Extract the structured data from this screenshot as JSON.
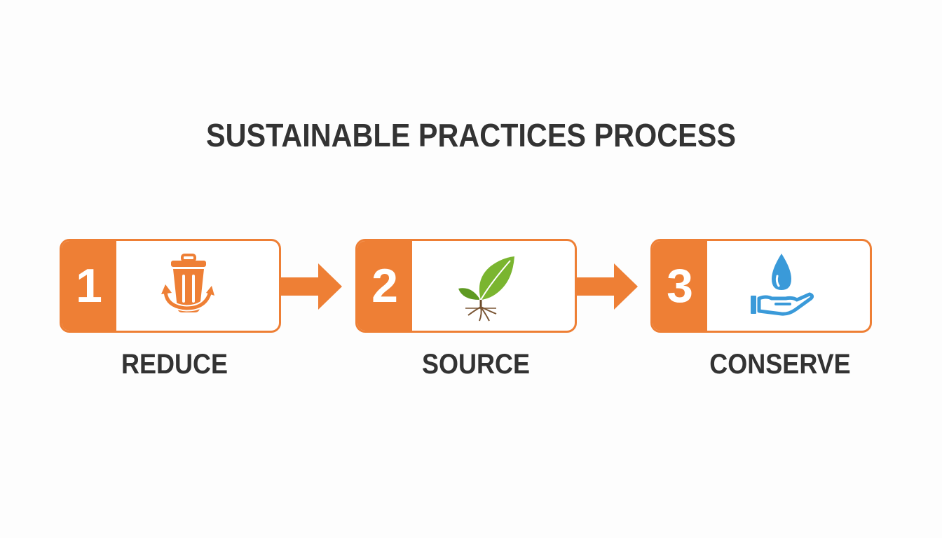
{
  "title": "SUSTAINABLE PRACTICES PROCESS",
  "colors": {
    "accent": "#ee7f35",
    "text": "#333333",
    "leaf": "#7ab530",
    "water": "#3a9ad9"
  },
  "steps": [
    {
      "number": "1",
      "label": "REDUCE",
      "icon": "recycle-bin-icon"
    },
    {
      "number": "2",
      "label": "SOURCE",
      "icon": "leaf-sprout-icon"
    },
    {
      "number": "3",
      "label": "CONSERVE",
      "icon": "water-drop-hand-icon"
    }
  ]
}
